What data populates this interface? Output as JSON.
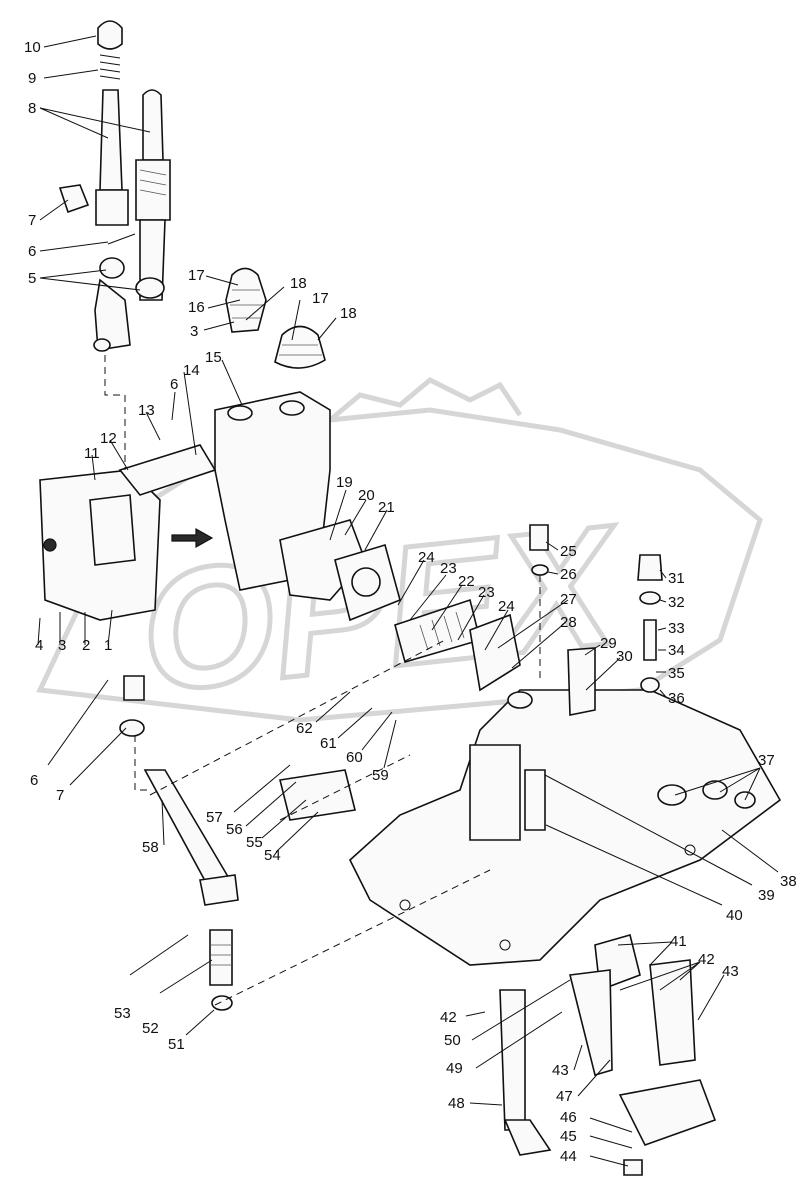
{
  "caption": "",
  "watermark": "OPEX",
  "callouts": [
    "1",
    "2",
    "3",
    "4",
    "5",
    "6",
    "7",
    "8",
    "9",
    "10",
    "11",
    "12",
    "13",
    "14",
    "15",
    "16",
    "17",
    "18",
    "19",
    "20",
    "21",
    "22",
    "23",
    "24",
    "25",
    "26",
    "27",
    "28",
    "29",
    "30",
    "31",
    "32",
    "33",
    "34",
    "35",
    "36",
    "37",
    "38",
    "39",
    "40",
    "41",
    "42",
    "43",
    "44",
    "45",
    "46",
    "47",
    "48",
    "49",
    "50",
    "51",
    "52",
    "53",
    "54",
    "55",
    "56",
    "57",
    "58",
    "59",
    "60",
    "61",
    "62"
  ]
}
